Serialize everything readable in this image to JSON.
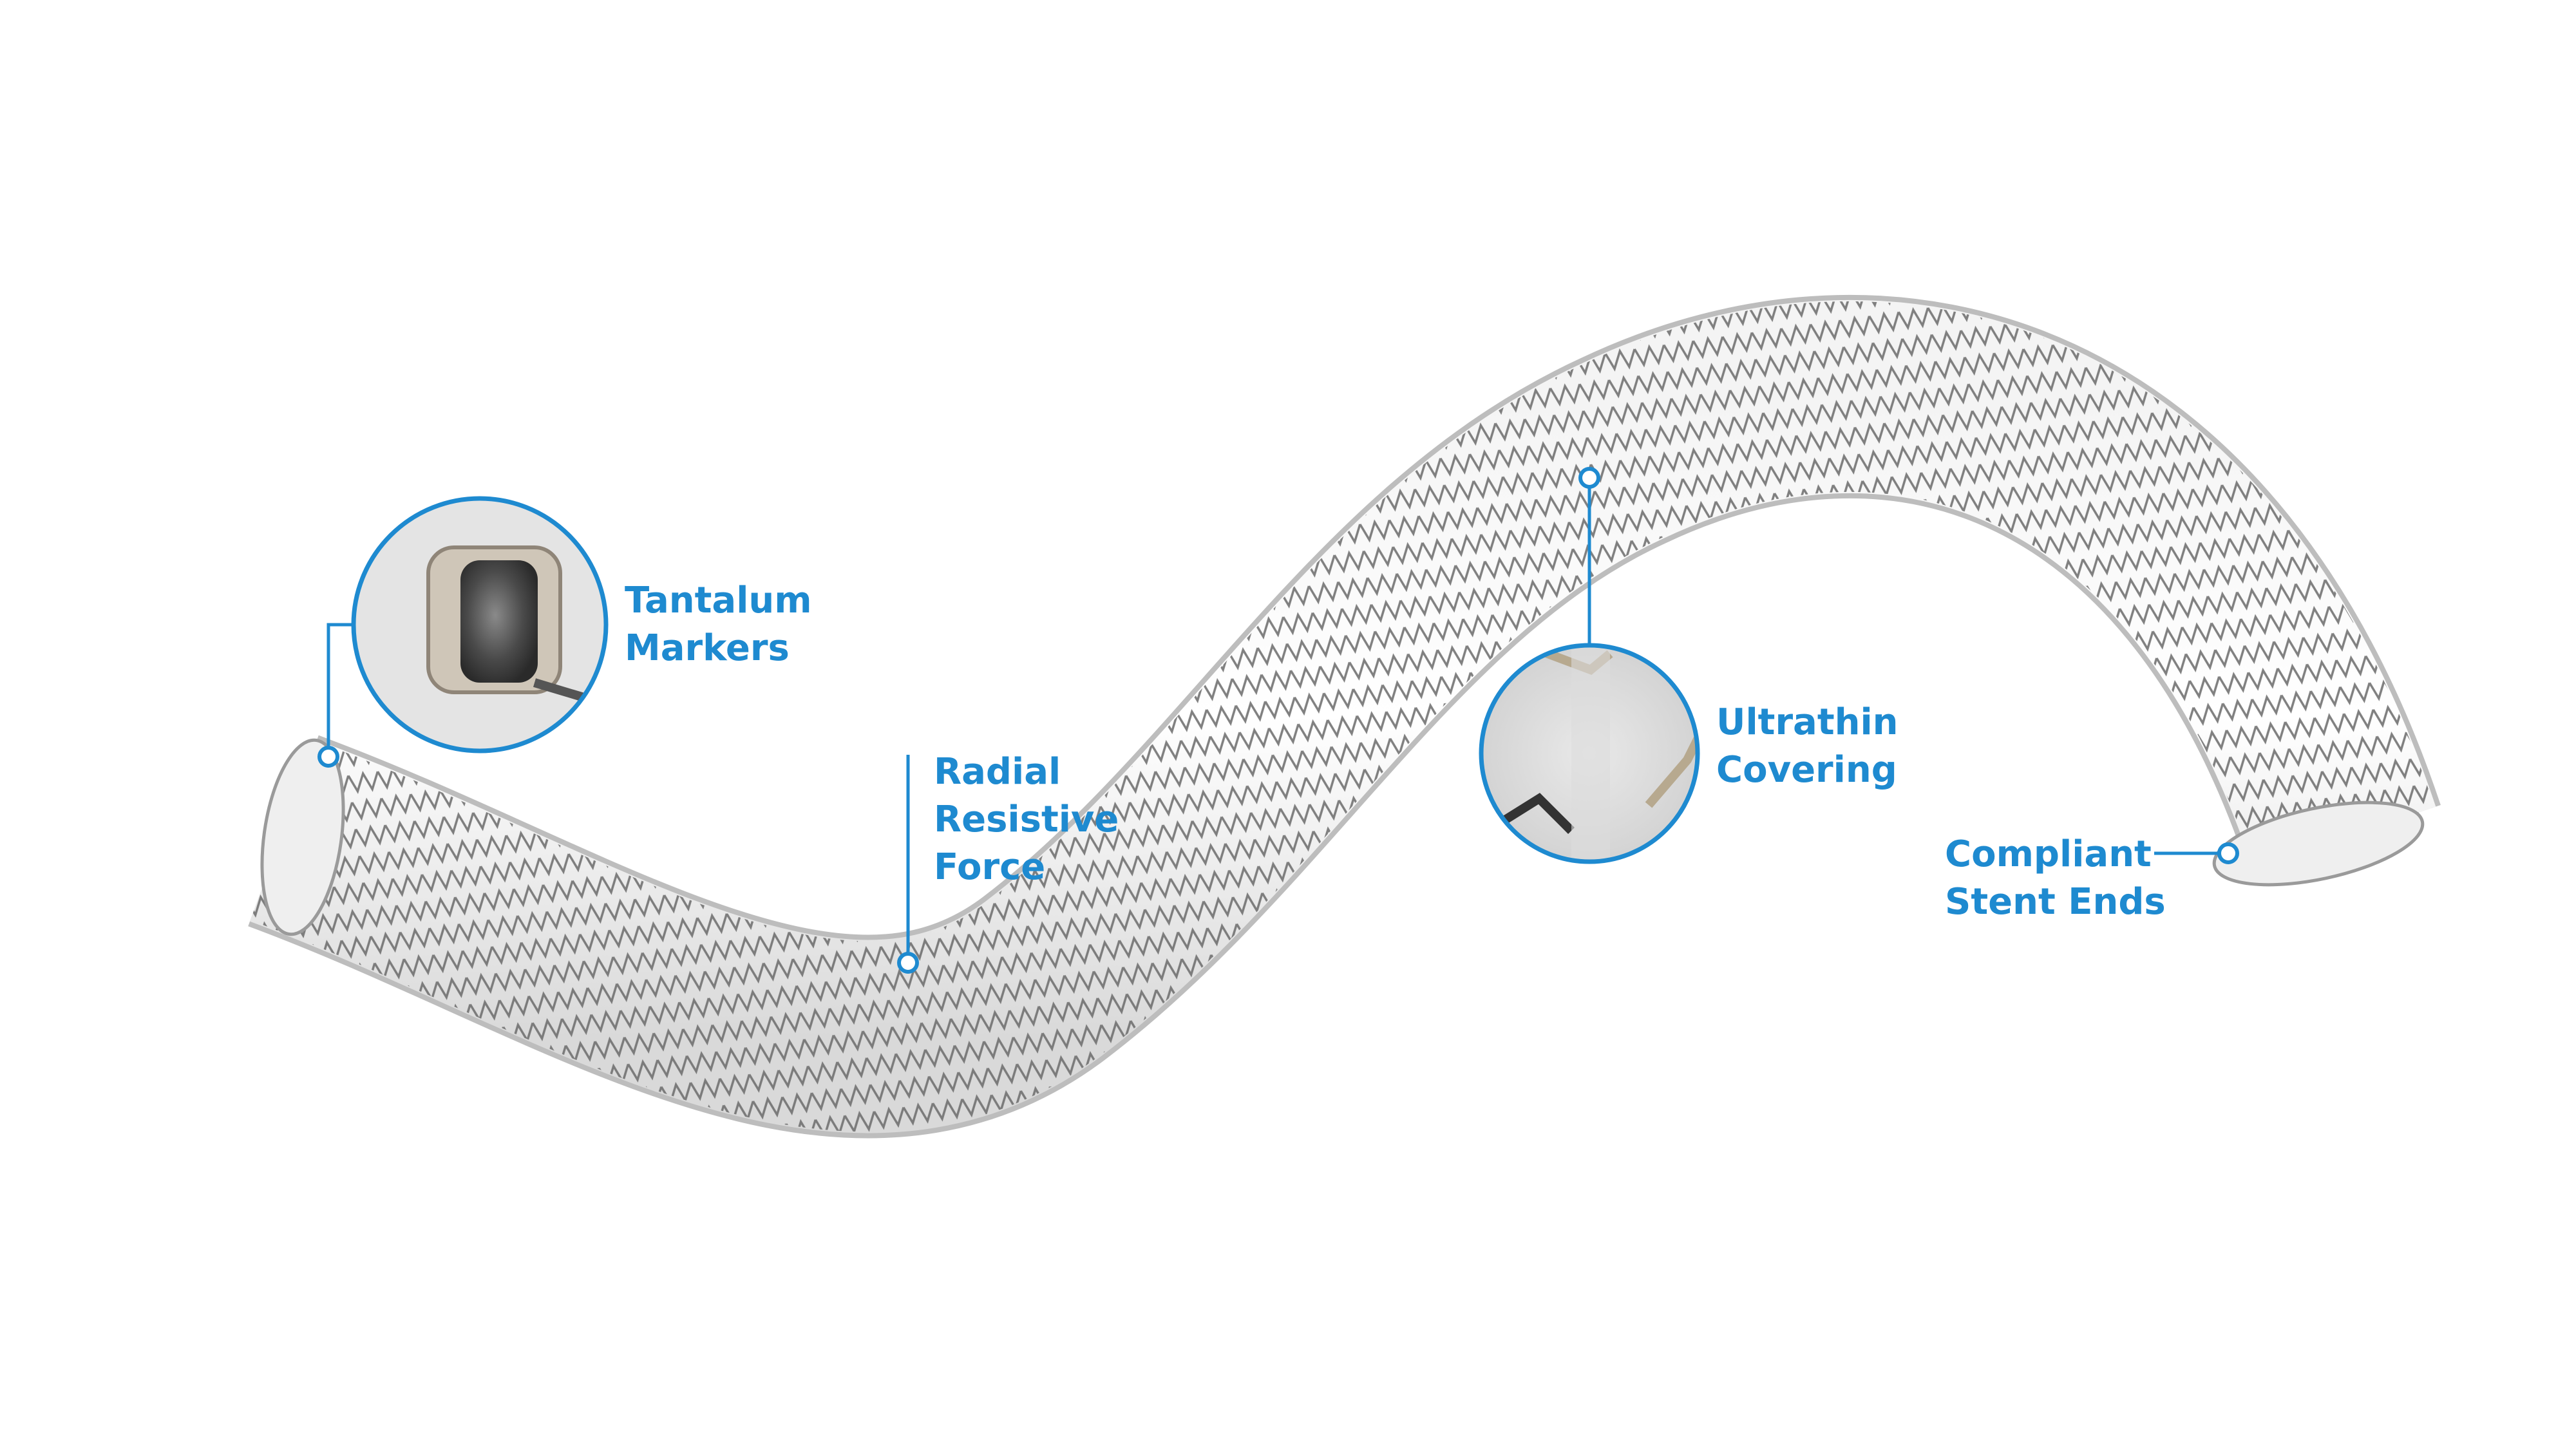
{
  "accent_color": "#1e8ad0",
  "callouts": {
    "tantalum_markers": {
      "line1": "Tantalum",
      "line2": "Markers"
    },
    "radial_resistive_force": {
      "line1": "Radial",
      "line2": "Resistive",
      "line3": "Force"
    },
    "ultrathin_covering": {
      "line1": "Ultrathin",
      "line2": "Covering"
    },
    "compliant_stent_ends": {
      "line1": "Compliant",
      "line2": "Stent Ends"
    }
  }
}
